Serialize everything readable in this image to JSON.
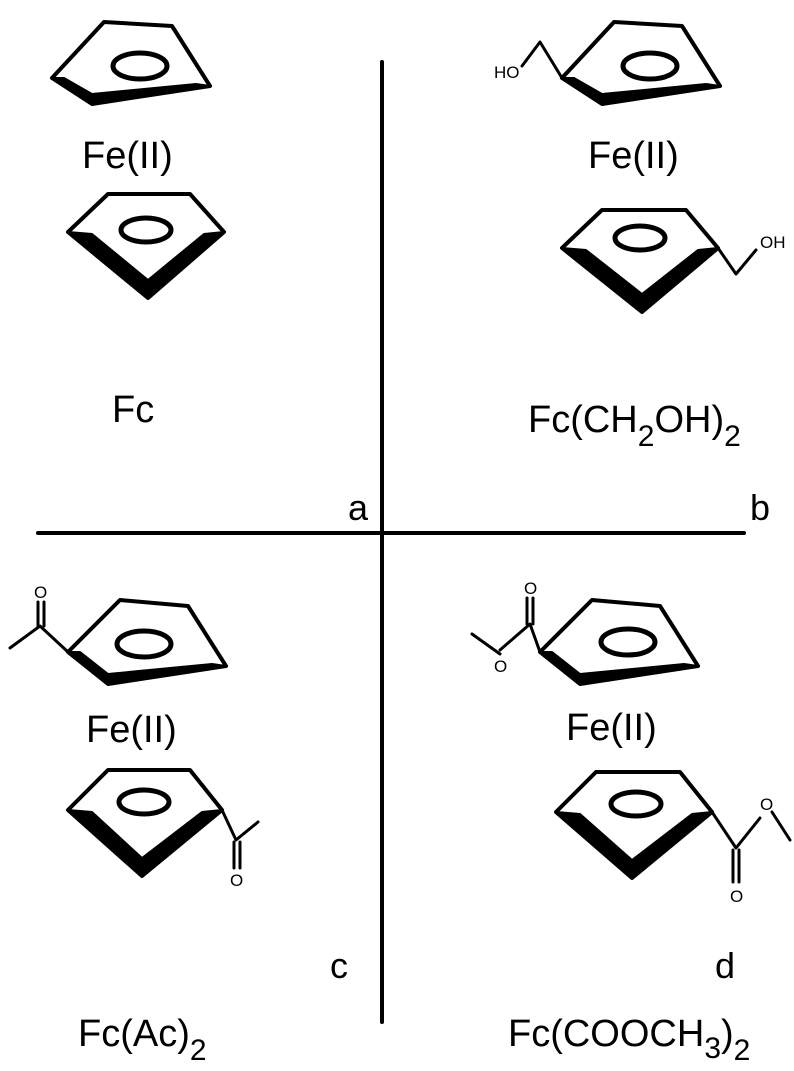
{
  "quadrants": [
    {
      "letter": "a",
      "metal": "Fe(II)",
      "compound": {
        "base": "Fc",
        "parts": []
      },
      "top_ring_substituent": {
        "type": "none",
        "atom": ""
      },
      "bottom_ring_substituent": {
        "type": "none",
        "atom": ""
      }
    },
    {
      "letter": "b",
      "metal": "Fe(II)",
      "compound": {
        "base": "Fc(CH",
        "parts": [
          {
            "sub": "2"
          },
          {
            "text": "OH)"
          },
          {
            "sub": "2"
          }
        ]
      },
      "top_ring_substituent": {
        "type": "hydroxymethyl",
        "atom": "HO"
      },
      "bottom_ring_substituent": {
        "type": "hydroxymethyl",
        "atom": "OH"
      }
    },
    {
      "letter": "c",
      "metal": "Fe(II)",
      "compound": {
        "base": "Fc(Ac)",
        "parts": [
          {
            "sub": "2"
          }
        ]
      },
      "top_ring_substituent": {
        "type": "acetyl",
        "atom": "O"
      },
      "bottom_ring_substituent": {
        "type": "acetyl",
        "atom": "O"
      }
    },
    {
      "letter": "d",
      "metal": "Fe(II)",
      "compound": {
        "base": "Fc(COOCH",
        "parts": [
          {
            "sub": "3"
          },
          {
            "text": ")"
          },
          {
            "sub": "2"
          }
        ]
      },
      "top_ring_substituent": {
        "type": "methyl-ester",
        "atom": "O",
        "atom2": "O"
      },
      "bottom_ring_substituent": {
        "type": "methyl-ester",
        "atom": "O",
        "atom2": "O"
      }
    }
  ],
  "colors": {
    "ink": "#000000",
    "background": "#ffffff"
  }
}
